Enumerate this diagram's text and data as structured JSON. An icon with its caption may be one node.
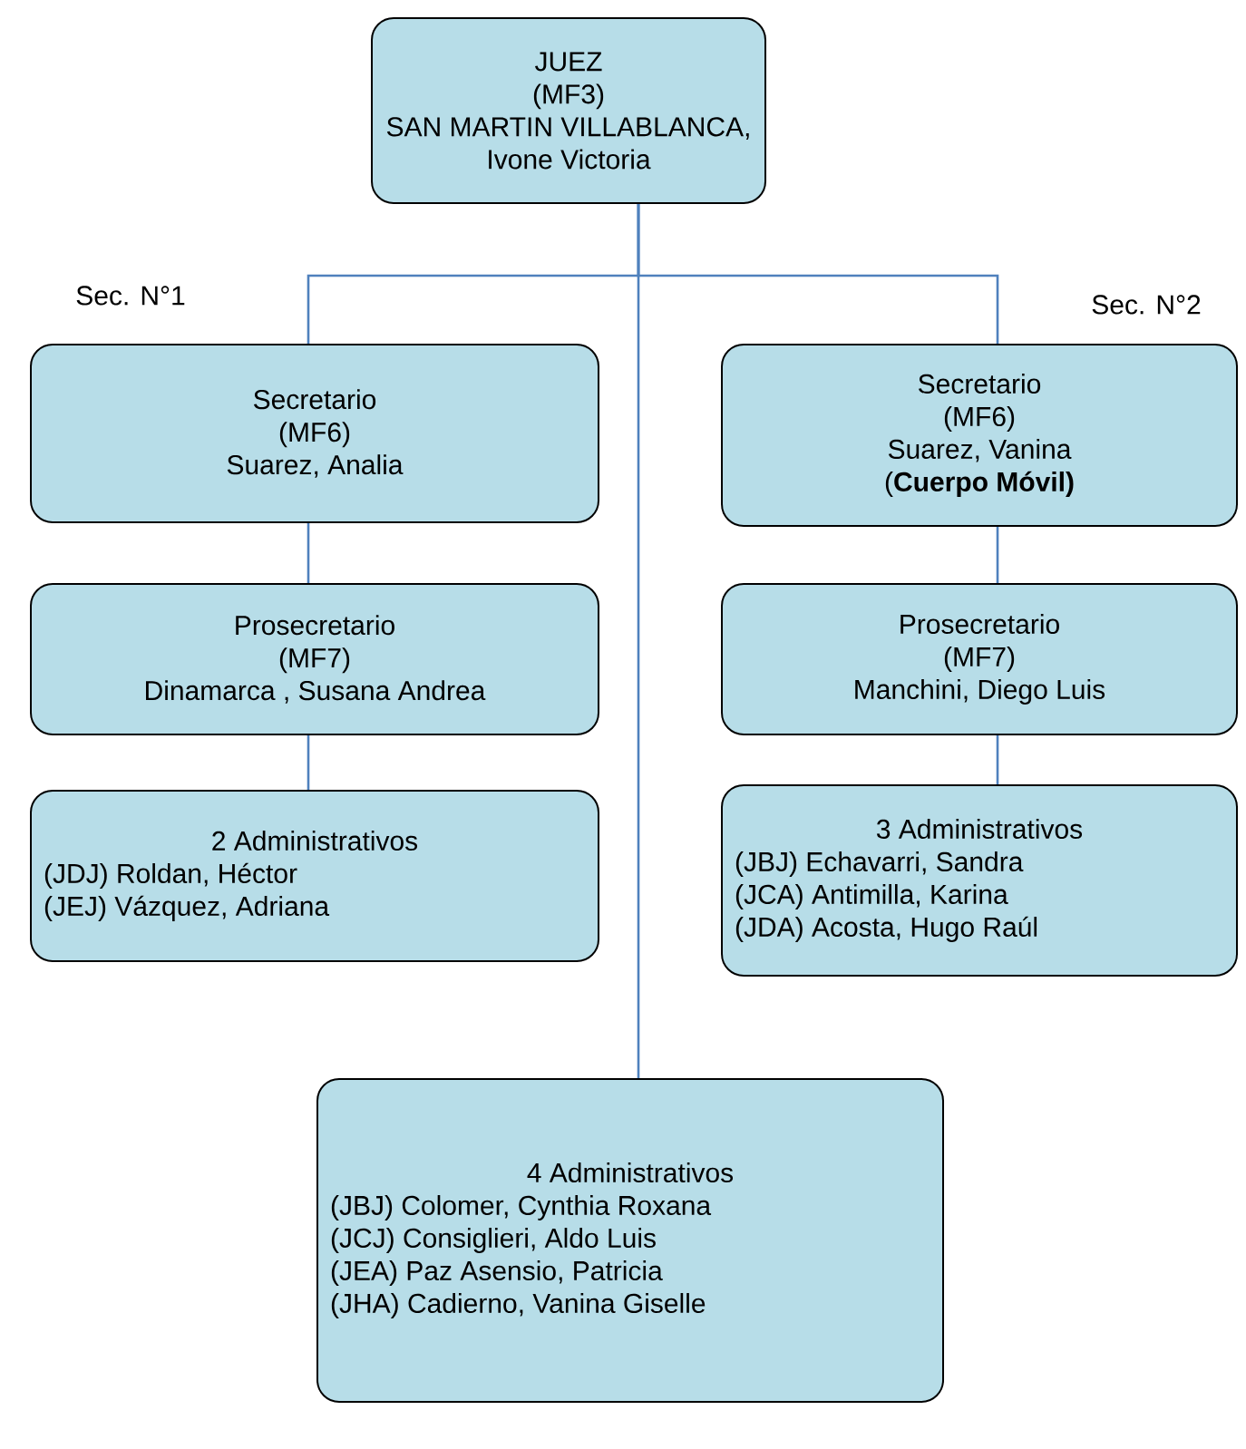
{
  "diagram": {
    "nodes": [
      {
        "text": [
          "JUEZ",
          "(MF3)",
          "SAN MARTIN VILLABLANCA,",
          "Ivone Victoria"
        ]
      },
      {
        "text": [
          "Secretario",
          "(MF6)",
          "Suarez, Analia"
        ]
      },
      {
        "text": [
          "Secretario",
          "(MF6)",
          "Suarez, Vanina",
          "(**Cuerpo Móvil)**"
        ]
      },
      {
        "text": [
          "Prosecretario",
          "(MF7)",
          "Dinamarca , Susana Andrea"
        ]
      },
      {
        "text": [
          "Prosecretario",
          "(MF7)",
          "Manchini, Diego Luis"
        ]
      },
      {
        "text": [
          "2 Administrativos",
          "(JDJ) Roldan, Héctor",
          "(JEJ) Vázquez, Adriana"
        ]
      },
      {
        "text": [
          "3 Administrativos",
          "(JBJ) Echavarri, Sandra",
          "(JCA) Antimilla, Karina",
          "(JDA) Acosta, Hugo Raúl"
        ]
      },
      {
        "text": [
          "4 Administrativos",
          "(JBJ) Colomer, Cynthia Roxana",
          "(JCJ) Consiglieri, Aldo Luis",
          "(JEA) Paz Asensio, Patricia",
          "(JHA) Cadierno, Vanina Giselle"
        ]
      }
    ],
    "edges": [
      {
        "from": 0,
        "to": 1,
        "arrow": "none"
      },
      {
        "from": 0,
        "to": 2,
        "arrow": "none"
      },
      {
        "from": 0,
        "to": 7,
        "arrow": "none"
      },
      {
        "from": 1,
        "to": 3,
        "arrow": "none"
      },
      {
        "from": 3,
        "to": 5,
        "arrow": "none"
      },
      {
        "from": 2,
        "to": 4,
        "arrow": "none"
      },
      {
        "from": 4,
        "to": 6,
        "arrow": "none"
      }
    ],
    "labels": [
      "Sec. N°1",
      "Sec. N°2"
    ]
  }
}
